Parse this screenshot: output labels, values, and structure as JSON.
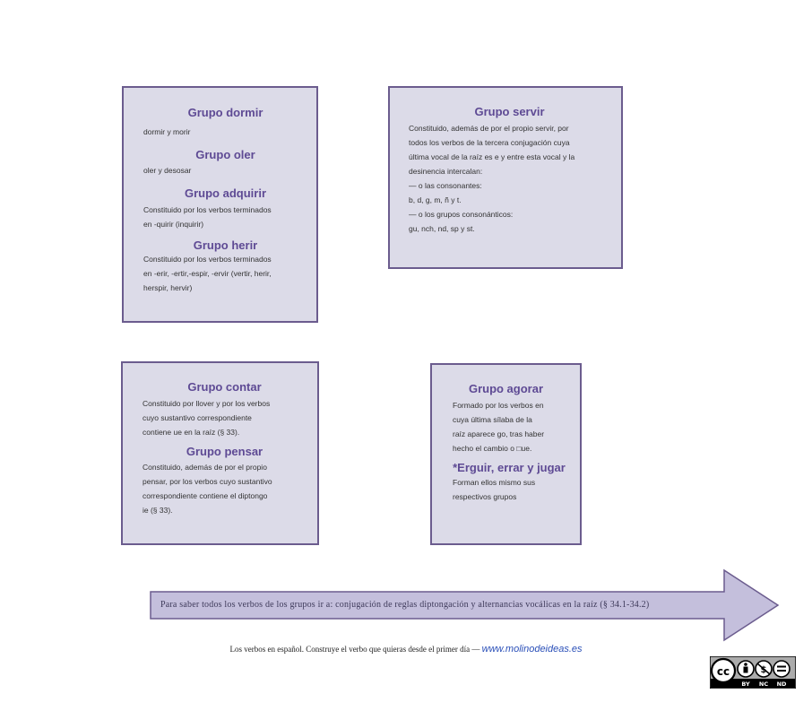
{
  "boxes": {
    "dormir": {
      "sections": [
        {
          "title": "Grupo dormir",
          "text": "dormir y morir"
        },
        {
          "title": "Grupo oler",
          "text": "oler y desosar"
        },
        {
          "title": "Grupo adquirir",
          "text": "Constituido por los verbos terminados\nen -quirir (inquirir)"
        },
        {
          "title": "Grupo herir",
          "text": "Constituido por los verbos terminados\nen -erir,    -ertir,-espir, -ervir (vertir, herir,\nherspir, hervir)"
        }
      ]
    },
    "servir": {
      "title": "Grupo servir",
      "text": "Constituido, además de por el propio servir, por\ntodos los verbos de la tercera conjugación cuya\núltima   vocal de la  raíz es e y entre esta  vocal y la\ndesinencia intercalan:\n— o las consonantes:\nb, d, g, m, ñ y t.\n— o los grupos consonánticos:\ngu, nch, nd, sp y st."
    },
    "contar": {
      "sections": [
        {
          "title": "Grupo contar",
          "text": "Constituido por llover y   por los verbos\ncuyo  sustantivo  correspondiente\ncontiene ue en la raíz (§ 33)."
        },
        {
          "title": "Grupo pensar",
          "text": "Constituido, además de por el propio\npensar, por los verbos cuyo sustantivo\ncorrespondiente contiene el diptongo\nie (§ 33)."
        }
      ]
    },
    "agorar": {
      "sections": [
        {
          "title": "Grupo agorar",
          "text": "Formado por los verbos en\ncuya  última      sílaba de la\nraíz aparece go, tras haber\nhecho el cambio o □ue."
        },
        {
          "title": "*Erguir, errar y jugar",
          "text": "Forman  ellos  mismo   sus\nrespectivos grupos"
        }
      ]
    }
  },
  "arrow": {
    "text": "Para  saber  todos los verbos  de los grupos  ir a:  conjugación  de reglas  diptongación y alternancias  vocálicas  en la raíz   (§ 34.1-34.2)",
    "fill": "#c4bfdc",
    "stroke": "#6b5c8e"
  },
  "footer": {
    "text": "Los verbos en español. Construye el verbo que quieras desde el primer día — ",
    "link": "www.molinodeideas.es"
  },
  "license": {
    "icons": [
      "cc-icon",
      "by-icon",
      "nc-icon",
      "nd-icon"
    ],
    "labels": [
      "BY",
      "NC",
      "ND"
    ]
  }
}
